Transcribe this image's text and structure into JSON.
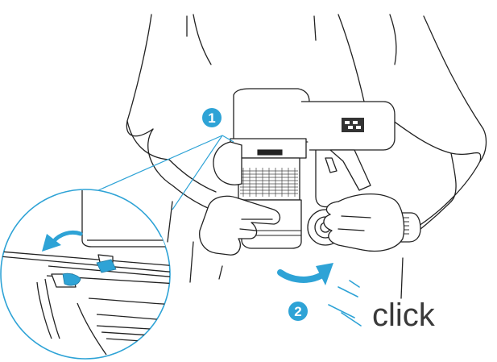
{
  "steps": [
    {
      "number": "1"
    },
    {
      "number": "2"
    }
  ],
  "sound_label": "click",
  "colors": {
    "accent": "#2ea3d6",
    "line": "#222222",
    "background": "#ffffff"
  },
  "icons": [
    "rotate-arrow-icon",
    "release-latch-arrow-icon",
    "click-sound-lines-icon"
  ]
}
